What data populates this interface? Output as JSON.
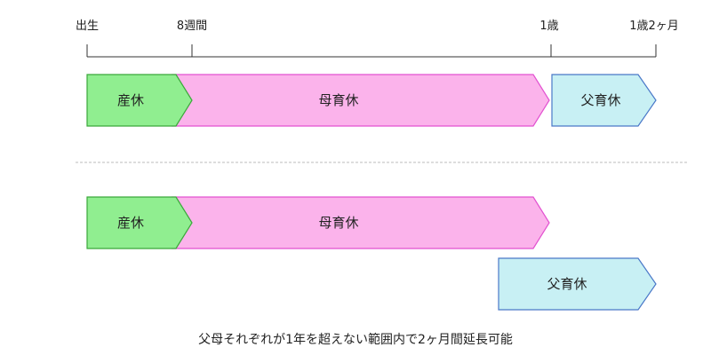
{
  "timeline": {
    "ticks": [
      {
        "label": "出生"
      },
      {
        "label": "8週間"
      },
      {
        "label": "1歳"
      },
      {
        "label": "1歳2ヶ月"
      }
    ]
  },
  "scenario_1": {
    "maternity_leave": "産休",
    "mother_childcare_leave": "母育休",
    "father_childcare_leave": "父育休"
  },
  "scenario_2": {
    "maternity_leave": "産休",
    "mother_childcare_leave": "母育休",
    "father_childcare_leave": "父育休"
  },
  "caption": "父母それぞれが1年を超えない範囲内で2ヶ月間延長可能",
  "colors": {
    "maternity_fill": "#90ee90",
    "maternity_stroke": "#3aa83a",
    "mother_fill": "#fbb3eb",
    "mother_stroke": "#e251d0",
    "father_fill": "#c8f0f4",
    "father_stroke": "#4a78c8",
    "line": "#333333",
    "divider": "#bbbbbb"
  }
}
